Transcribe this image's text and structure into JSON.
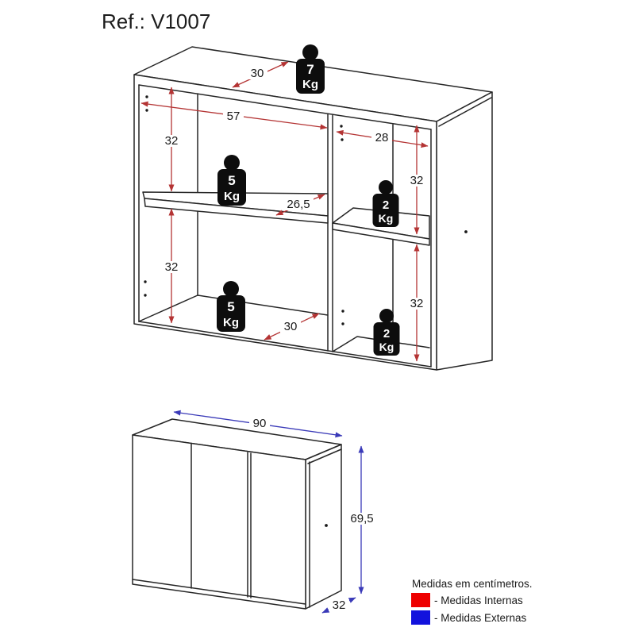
{
  "title": "Ref.: V1007",
  "colors": {
    "internal_dim": "#b43434",
    "external_dim": "#3a3ab8",
    "legend_internal": "#ee0000",
    "legend_external": "#1212dd",
    "line": "#262626",
    "weight_fill": "#0d0d0d"
  },
  "internal_view": {
    "dims": {
      "top_depth": "30",
      "left_width": "57",
      "right_width": "28",
      "left_upper_height": "32",
      "left_lower_height": "32",
      "shelf_depth": "26,5",
      "bottom_depth": "30",
      "right_upper_height": "32",
      "right_lower_height": "32"
    },
    "weights": [
      {
        "location": "top-panel",
        "value": "7",
        "unit": "Kg"
      },
      {
        "location": "middle-shelf",
        "value": "5",
        "unit": "Kg"
      },
      {
        "location": "bottom-left",
        "value": "5",
        "unit": "Kg"
      },
      {
        "location": "right-shelf",
        "value": "2",
        "unit": "Kg"
      },
      {
        "location": "bottom-right",
        "value": "2",
        "unit": "Kg"
      }
    ]
  },
  "external_view": {
    "dims": {
      "width": "90",
      "height": "69,5",
      "depth": "32"
    }
  },
  "legend": {
    "note": "Medidas em centímetros.",
    "internal_label": "- Medidas Internas",
    "external_label": "- Medidas Externas"
  }
}
